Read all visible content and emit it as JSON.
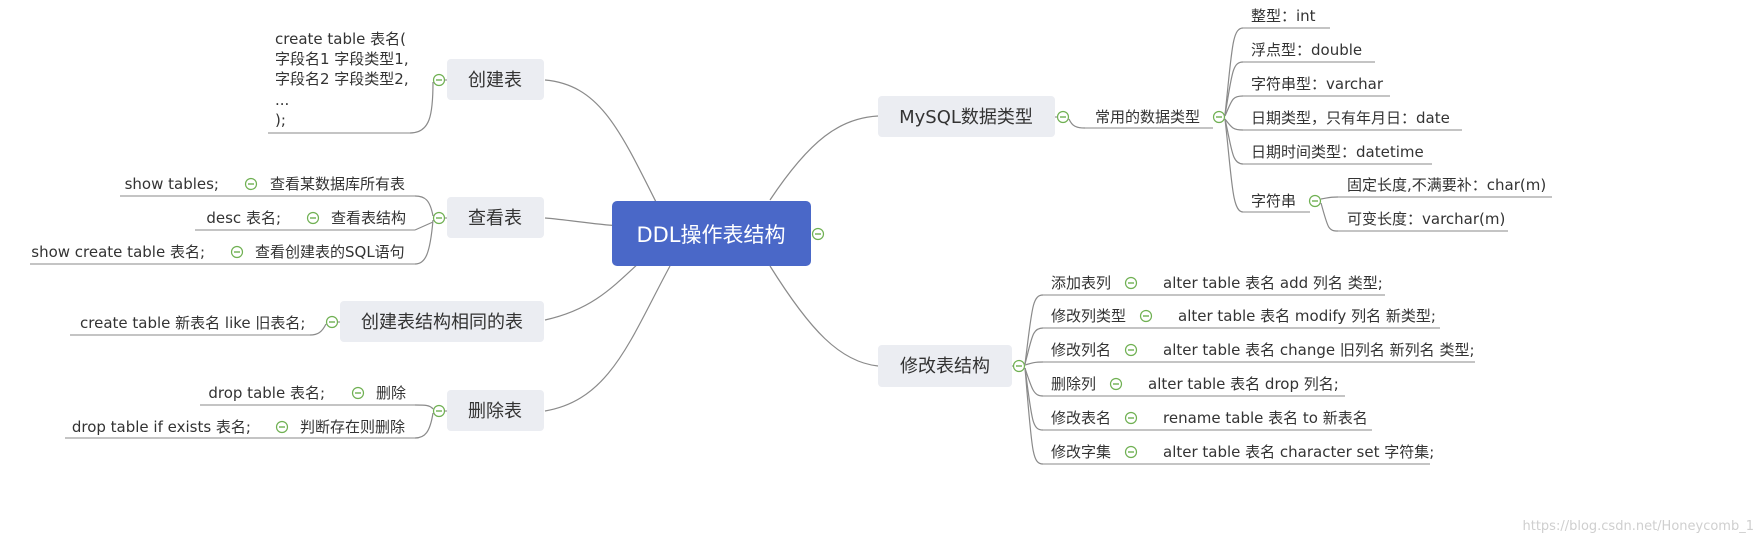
{
  "root": {
    "label": "DDL操作表结构"
  },
  "branches": {
    "create_table": {
      "label": "创建表",
      "note_lines": [
        "create table 表名(",
        "字段名1 字段类型1,",
        "字段名2 字段类型2,",
        "...",
        ");"
      ]
    },
    "view_table": {
      "label": "查看表",
      "rows": [
        {
          "command": "show tables;",
          "desc": "查看某数据库所有表"
        },
        {
          "command": "desc 表名;",
          "desc": "查看表结构"
        },
        {
          "command": "show create table 表名;",
          "desc": "查看创建表的SQL语句"
        }
      ]
    },
    "same_structure": {
      "label": "创建表结构相同的表",
      "command": "create table 新表名 like 旧表名;"
    },
    "delete_table": {
      "label": "删除表",
      "rows": [
        {
          "command": "drop table 表名;",
          "desc": "删除"
        },
        {
          "command": "drop table if exists 表名;",
          "desc": "判断存在则删除"
        }
      ]
    },
    "mysql_types": {
      "label": "MySQL数据类型",
      "sub_label": "常用的数据类型",
      "items": [
        "整型：int",
        "浮点型：double",
        "字符串型：varchar",
        "日期类型，只有年月日：date",
        "日期时间类型：datetime"
      ],
      "string_node": {
        "label": "字符串",
        "items": [
          "固定长度,不满要补：char(m)",
          "可变长度：varchar(m)"
        ]
      }
    },
    "modify_table": {
      "label": "修改表结构",
      "rows": [
        {
          "action": "添加表列",
          "command": "alter table 表名 add 列名 类型;"
        },
        {
          "action": "修改列类型",
          "command": "alter table 表名 modify 列名 新类型;"
        },
        {
          "action": "修改列名",
          "command": "alter table 表名 change 旧列名 新列名 类型;"
        },
        {
          "action": "删除列",
          "command": "alter table 表名  drop 列名;"
        },
        {
          "action": "修改表名",
          "command": "rename table 表名 to 新表名"
        },
        {
          "action": "修改字集",
          "command": "alter table 表名 character set 字符集;"
        }
      ]
    }
  },
  "watermark": "https://blog.csdn.net/Honeycomb_1",
  "colors": {
    "root_fill": "#4a68c8",
    "node_fill": "#ebedf2",
    "collapse_green": "#6fb052",
    "line": "#8a8a8a"
  },
  "icons": {
    "collapse": "collapse-minus-icon"
  }
}
